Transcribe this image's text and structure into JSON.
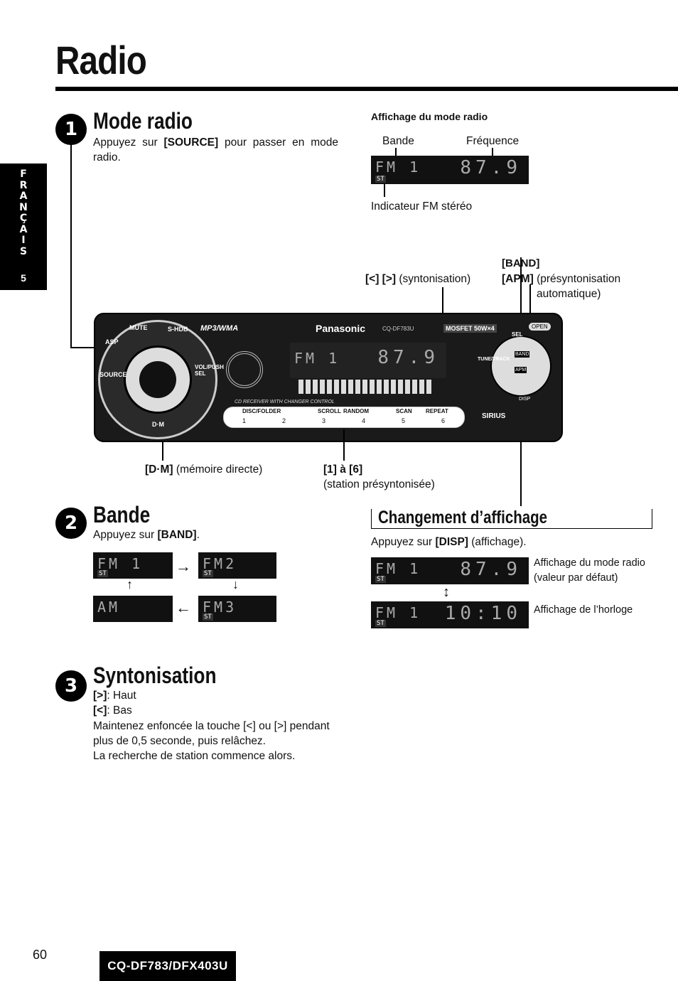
{
  "page": {
    "title": "Radio",
    "page_number": "60",
    "model": "CQ-DF783/DFX403U"
  },
  "side_tab": {
    "letters": [
      "F",
      "R",
      "A",
      "N",
      "Ç",
      "A",
      "I",
      "S"
    ],
    "number": "5"
  },
  "section1": {
    "number": "1",
    "heading": "Mode radio",
    "text_pre": "Appuyez sur ",
    "text_key": "[SOURCE]",
    "text_post": " pour passer en mode radio."
  },
  "mode_display": {
    "title": "Affichage du mode radio",
    "label_band": "Bande",
    "label_freq": "Fréquence",
    "lcd_band": "FM 1",
    "lcd_freq": "87.9",
    "stereo_badge": "ST",
    "label_stereo": "Indicateur FM stéréo"
  },
  "device": {
    "brand": "Panasonic",
    "model_small": "CQ-DF783U",
    "mp3_label": "MP3/WMA",
    "power_label": "MOSFET 50W×4",
    "open_label": "OPEN",
    "lcd_band": "FM 1",
    "lcd_freq": "87.9",
    "strip_label": "CD RECEIVER WITH CHANGER CONTROL",
    "preset_labels": [
      "DISC/FOLDER",
      "SCROLL",
      "RANDOM",
      "SCAN",
      "REPEAT"
    ],
    "preset_numbers": [
      "1",
      "2",
      "3",
      "4",
      "5",
      "6"
    ],
    "knob_labels": [
      "ASP",
      "MUTE",
      "S-HDB",
      "SOURCE",
      "VOL/PUSH SEL",
      "D·M"
    ],
    "side_labels": [
      "SEL",
      "TUNE/TRACK",
      "BAND",
      "APM",
      "DISP",
      "SIRIUS"
    ]
  },
  "callouts": {
    "band_key": "[BAND]",
    "tune_keys": "[<] [>]",
    "tune_text": "(syntonisation)",
    "apm_key": "[APM]",
    "apm_text": "(présyntonisation",
    "apm_text2": "automatique)",
    "dm_key": "[D·M]",
    "dm_text": "(mémoire directe)",
    "preset_key": "[1] à [6]",
    "preset_text": "(station présyntonisée)"
  },
  "section2": {
    "number": "2",
    "heading": "Bande",
    "text_pre": "Appuyez sur ",
    "text_key": "[BAND]",
    "text_post": ".",
    "bands": [
      "FM 1",
      "FM2",
      "AM",
      "FM3"
    ]
  },
  "display_change": {
    "heading": "Changement d’affichage",
    "text_pre": "Appuyez sur ",
    "text_key": "[DISP]",
    "text_post": " (affichage).",
    "lcd1_band": "FM 1",
    "lcd1_value": "87.9",
    "lcd1_desc1": "Affichage du mode radio",
    "lcd1_desc2": "(valeur par défaut)",
    "lcd2_band": "FM 1",
    "lcd2_value": "10:10",
    "lcd2_desc": "Affichage de l’horloge"
  },
  "section3": {
    "number": "3",
    "heading": "Syntonisation",
    "line1_key": "[>]",
    "line1_text": ": Haut",
    "line2_key": "[<]",
    "line2_text": ": Bas",
    "line3": "Maintenez enfoncée la touche [<] ou [>] pendant",
    "line4": "plus de 0,5 seconde, puis relâchez.",
    "line5": "La recherche de station commence alors."
  }
}
